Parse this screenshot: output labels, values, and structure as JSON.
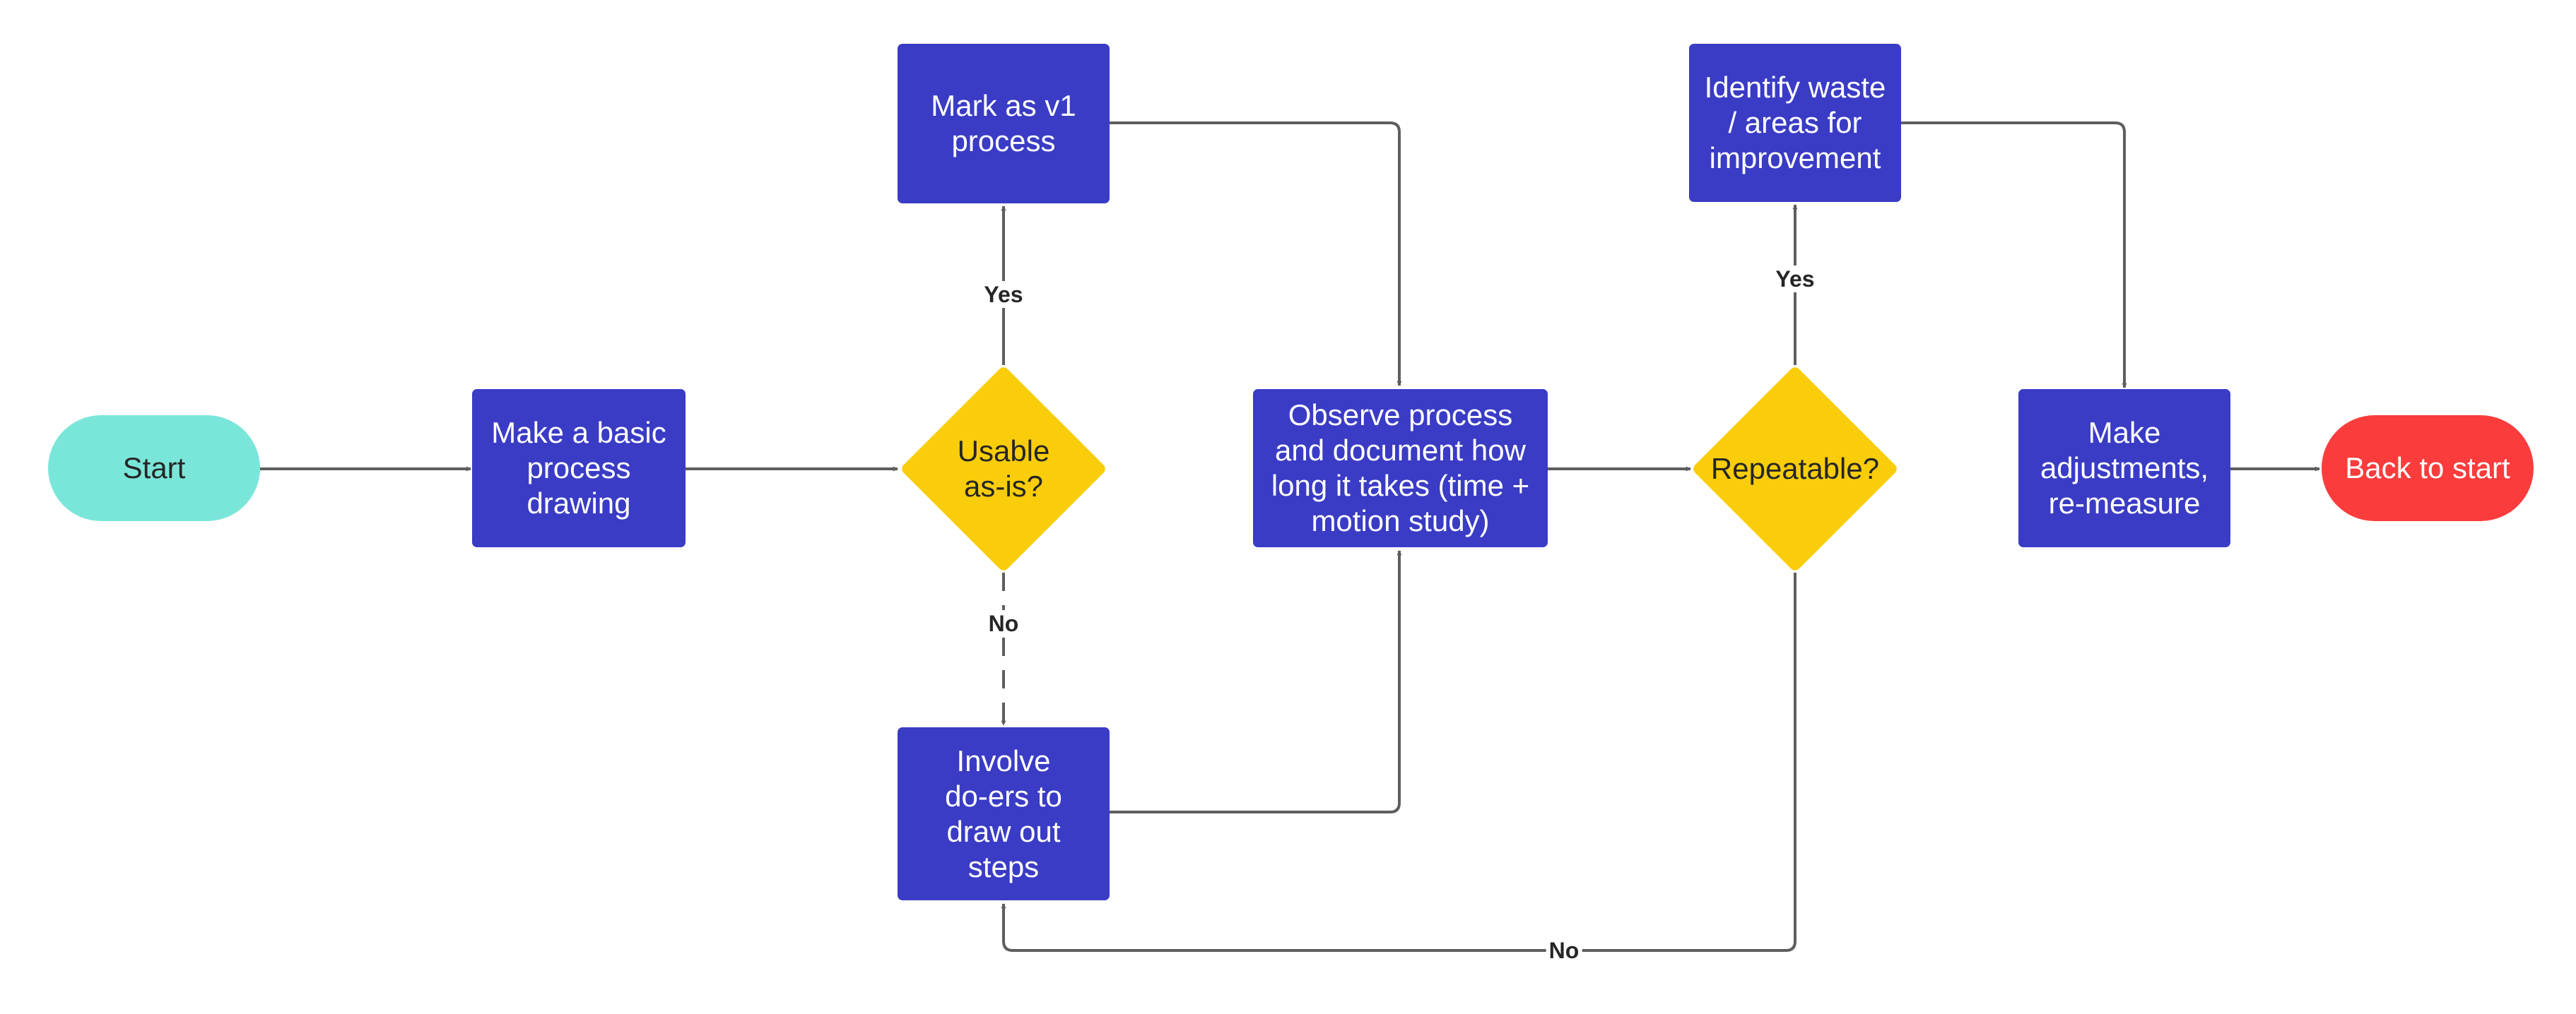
{
  "nodes": {
    "start": "Start",
    "make_drawing": "Make a basic\nprocess\ndrawing",
    "usable": "Usable\nas-is?",
    "mark_v1": "Mark as v1\nprocess",
    "involve": "Involve\ndo-ers to\ndraw out\nsteps",
    "observe": "Observe process\nand document how\nlong it takes (time +\nmotion study)",
    "repeatable": "Repeatable?",
    "identify": "Identify waste\n/ areas for\nimprovement",
    "adjust": "Make\nadjustments,\nre-measure",
    "back": "Back to start"
  },
  "edge_labels": {
    "usable_yes": "Yes",
    "usable_no": "No",
    "repeatable_yes": "Yes",
    "repeatable_no": "No"
  },
  "colors": {
    "process": "#3a3cc5",
    "decision": "#facd0a",
    "start": "#7ae6d9",
    "end": "#fa3c3c",
    "connector": "#5e5e5e"
  }
}
